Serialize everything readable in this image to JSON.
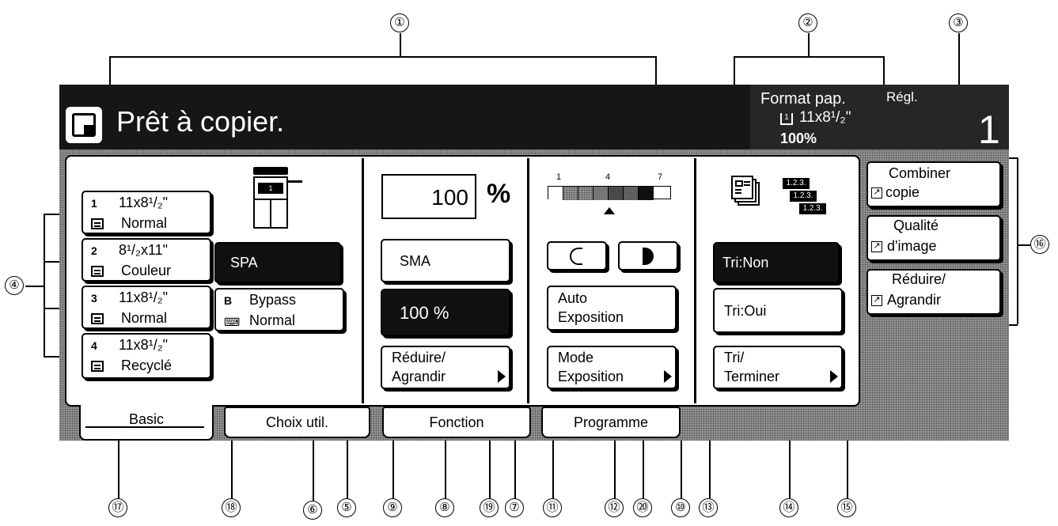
{
  "callouts": [
    "①",
    "②",
    "③",
    "④",
    "⑤",
    "⑥",
    "⑦",
    "⑧",
    "⑨",
    "⑩",
    "⑪",
    "⑫",
    "⑬",
    "⑭",
    "⑮",
    "⑯",
    "⑰",
    "⑱",
    "⑲",
    "⑳"
  ],
  "header": {
    "title": "Prêt à copier.",
    "format_label": "Format pap.",
    "format_value": "11x8¹/₂\"",
    "ratio": "100%",
    "regl_label": "Régl.",
    "count": "1"
  },
  "paper": {
    "cassettes": [
      {
        "num": "1",
        "size": "11x8¹/₂\"",
        "type": "Normal"
      },
      {
        "num": "2",
        "size": "8¹/₂x11\"",
        "type": "Couleur"
      },
      {
        "num": "3",
        "size": "11x8¹/₂\"",
        "type": "Normal"
      },
      {
        "num": "4",
        "size": "11x8¹/₂\"",
        "type": "Recyclé"
      }
    ],
    "spa_label": "SPA",
    "bypass_letter": "B",
    "bypass_label": "Bypass",
    "bypass_type": "Normal"
  },
  "zoom": {
    "display_value": "100",
    "percent_symbol": "%",
    "sma_label": "SMA",
    "preset_label": "100 %",
    "reduce_label_1": "Réduire/",
    "reduce_label_2": "Agrandir"
  },
  "exposure": {
    "scale_labels": [
      "1",
      "4",
      "7"
    ],
    "level": 4,
    "lighter_icon": "half-moon-light-icon",
    "darker_icon": "half-moon-dark-icon",
    "auto_label_1": "Auto",
    "auto_label_2": "Exposition",
    "mode_label_1": "Mode",
    "mode_label_2": "Exposition"
  },
  "sort": {
    "stack_labels": [
      "1.2.3.",
      "1.2.3.",
      "1.2.3."
    ],
    "non_label": "Tri:Non",
    "oui_label": "Tri:Oui",
    "finish_label_1": "Tri/",
    "finish_label_2": "Terminer"
  },
  "shortcuts": [
    {
      "line1": "Combiner",
      "line2": "copie"
    },
    {
      "line1": "Qualité",
      "line2": "d'image"
    },
    {
      "line1": "Réduire/",
      "line2": "Agrandir"
    }
  ],
  "tabs": [
    "Basic",
    "Choix util.",
    "Fonction",
    "Programme"
  ]
}
